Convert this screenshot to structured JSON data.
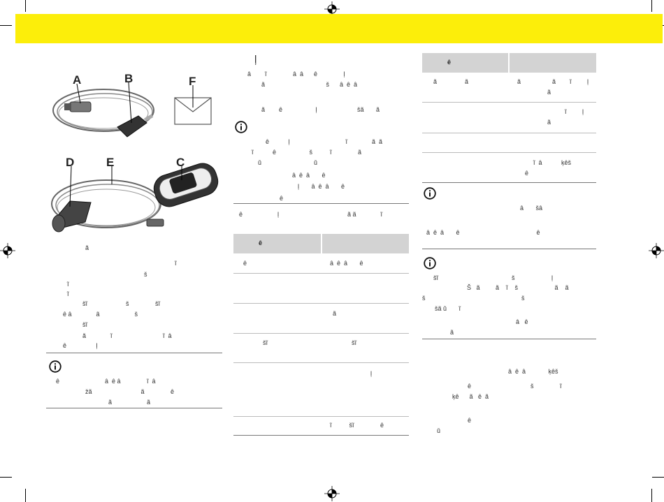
{
  "figure": {
    "labels": [
      "A",
      "B",
      "F",
      "D",
      "E",
      "C"
    ]
  },
  "col1": {
    "caption": "ã",
    "lines": [
      "ĩ",
      "š",
      "ĩ",
      "ĩ",
      "šĩ                      š               šĩ",
      "ê â              ã                    š",
      "šĩ",
      "ã              ĩ                             ĩ  â",
      "ê                 ļ"
    ],
    "note_lines": [
      "ê                          â  ê â               ĩ  â",
      "žã                            ã               ê",
      "ã                    ã"
    ]
  },
  "col2": {
    "heading": "ļ",
    "lines": [
      "â        ĩ               â  â      ê               ļ",
      "ã                                   š      â  ê  â",
      "ã        ê                   ļ                       šã       ã"
    ],
    "note_lines": [
      "ê           ļ                                ĩ              ã  ã",
      "ĩ           ê                   š          ĩ               ã",
      "ũ                              ũ",
      "â  ê  â       ê",
      "ļ       â  ê  â       ê",
      "ê"
    ],
    "row_after_note": {
      "left": "ê                    ļ",
      "right": "ã ã              ĩ"
    },
    "table": {
      "header_left": "ê",
      "header_right": "",
      "rows": [
        {
          "left": "ê",
          "right": "â  ê  â       ê"
        },
        {
          "left": "",
          "right": ""
        },
        {
          "left": "",
          "right": "ã"
        },
        {
          "left": "šĩ",
          "right": "šĩ"
        },
        {
          "left": "",
          "right": "ļ"
        },
        {
          "left": "",
          "right": "ĩ          šĩ               ê"
        }
      ]
    }
  },
  "col3": {
    "table": {
      "header_left": "ê",
      "header_right": "",
      "rows": [
        {
          "left": "ã                ã",
          "right": "ã                  ã        ĩ         ļ",
          "right2": "ã"
        },
        {
          "left": "",
          "right": "ĩ         ļ",
          "right2": "ã"
        },
        {
          "left": "",
          "right": "",
          "right2": ""
        },
        {
          "left": "",
          "right": "ĩ  â           ķêš",
          "right2": "ê"
        }
      ]
    },
    "note1_lines": [
      "â       šâ",
      "â  ê  â       ê                                            ê"
    ],
    "note2_lines": [
      "šĩ                                          š                     ļ",
      "Š   ã         ã    ĩ    š                     ã    ã",
      "š                                                       š",
      "šã ũ       ĩ",
      "â   ê",
      "ã"
    ],
    "after_lines": [
      "â  ê  â             ķêš",
      "ê                                  š               ĩ",
      "ķê      ã   ê  ã",
      "ê",
      "ũ"
    ]
  }
}
